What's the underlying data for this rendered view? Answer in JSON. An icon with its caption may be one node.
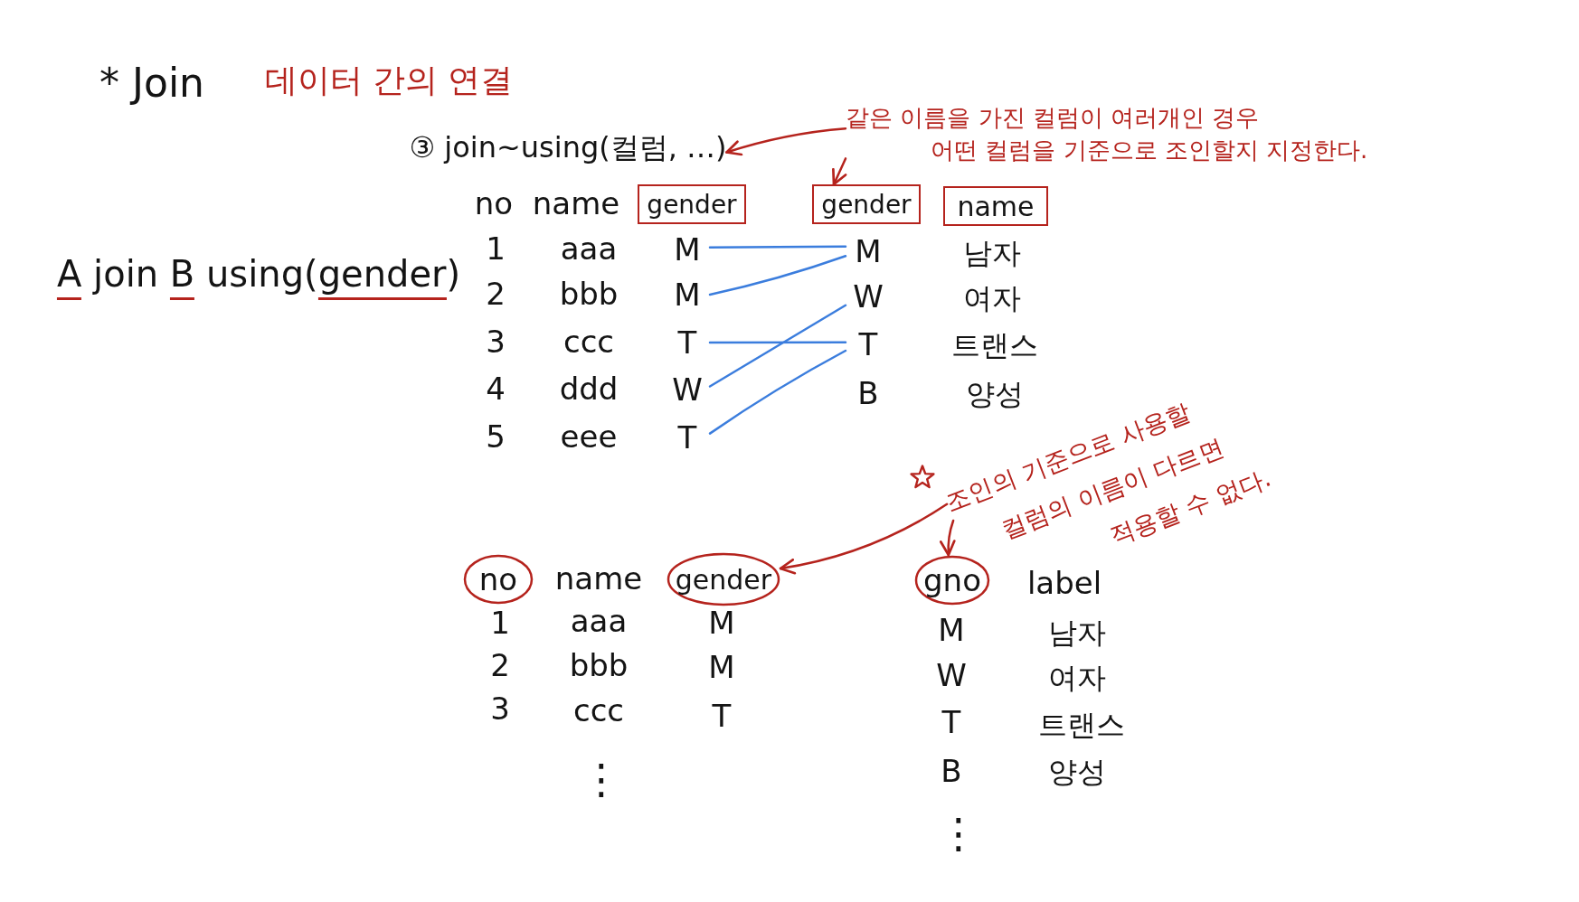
{
  "diagram": {
    "title": "* Join",
    "nodes": [
      {
        "text": [
          "③ join~using(컬럼, …)"
        ]
      },
      {
        "text": [
          "같은 이름을 가진 컬럼이 여러개인 경우 어떤 컬럼을 기준으로 조인할지 지정한다."
        ]
      },
      {
        "text": [
          "gender"
        ]
      },
      {
        "text": [
          "gender"
        ]
      },
      {
        "text": [
          "name"
        ]
      },
      {
        "text": [
          "M"
        ]
      },
      {
        "text": [
          "M"
        ]
      },
      {
        "text": [
          "M"
        ]
      },
      {
        "text": [
          "W"
        ]
      },
      {
        "text": [
          "T"
        ]
      },
      {
        "text": [
          "T"
        ]
      },
      {
        "text": [
          "W"
        ]
      },
      {
        "text": [
          "T"
        ]
      },
      {
        "text": [
          "조인의 기준으로 사용할 컬럼의 이름이 다르면 적용할 수 없다."
        ]
      },
      {
        "text": [
          "no"
        ]
      },
      {
        "text": [
          "gender"
        ]
      },
      {
        "text": [
          "gno"
        ]
      }
    ],
    "edges": [
      {
        "from": 1,
        "to": 0,
        "arrow": "to",
        "color": "#b5231d"
      },
      {
        "from": 1,
        "to": 3,
        "arrow": "to",
        "color": "#b5231d"
      },
      {
        "from": 5,
        "to": 6,
        "arrow": "none"
      },
      {
        "from": 7,
        "to": 6,
        "arrow": "none"
      },
      {
        "from": 9,
        "to": 10,
        "arrow": "none"
      },
      {
        "from": 11,
        "to": 8,
        "arrow": "none"
      },
      {
        "from": 12,
        "to": 10,
        "arrow": "none"
      },
      {
        "from": 13,
        "to": 15,
        "arrow": "to",
        "color": "#b5231d"
      },
      {
        "from": 13,
        "to": 16,
        "arrow": "to",
        "color": "#b5231d"
      }
    ],
    "labels": [
      "데이터 간의 연결",
      "A join B using(gender)",
      "no",
      "name",
      "1",
      "aaa",
      "남자",
      "2",
      "bbb",
      "여자",
      "3",
      "ccc",
      "트랜스",
      "4",
      "ddd",
      "B",
      "양성",
      "5",
      "eee",
      "name",
      "label",
      "1",
      "aaa",
      "M",
      "M",
      "남자",
      "2",
      "bbb",
      "M",
      "W",
      "여자",
      "3",
      "ccc",
      "T",
      "T",
      "트랜스",
      "⋮",
      "B",
      "양성",
      "⋮"
    ]
  }
}
